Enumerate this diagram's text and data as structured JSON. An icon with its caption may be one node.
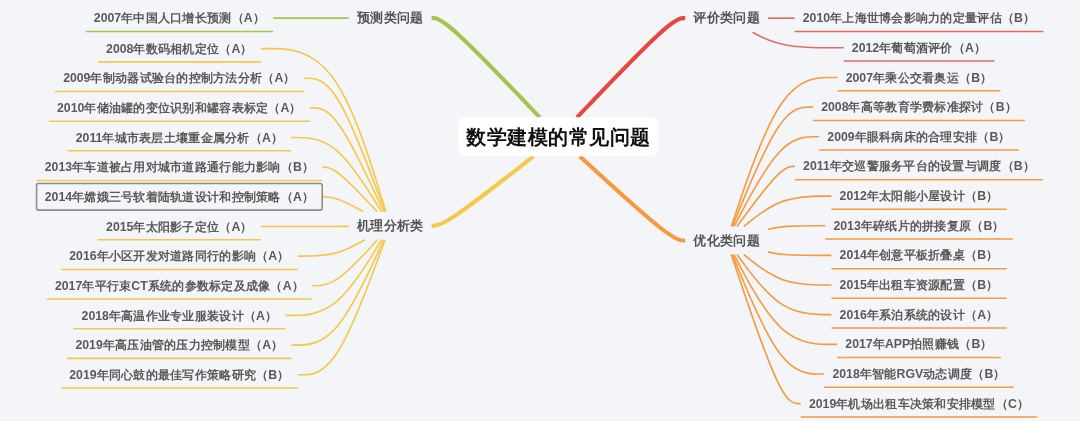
{
  "diagram": {
    "nodes": [
      {
        "text": [
          "数学建模的常见问题"
        ]
      },
      {
        "text": [
          "预测类问题"
        ]
      },
      {
        "text": [
          "2007年中国人口增长预测（A）"
        ]
      },
      {
        "text": [
          "机理分析类"
        ]
      },
      {
        "text": [
          "2008年数码相机定位（A）"
        ]
      },
      {
        "text": [
          "2009年制动器试验台的控制方法分析（A）"
        ]
      },
      {
        "text": [
          "2010年储油罐的变位识别和罐容表标定（A）"
        ]
      },
      {
        "text": [
          "2011年城市表层土壤重金属分析（A）"
        ]
      },
      {
        "text": [
          "2013年车道被占用对城市道路通行能力影响（B）"
        ]
      },
      {
        "text": [
          "2014年嫦娥三号软着陆轨道设计和控制策略（A）"
        ]
      },
      {
        "text": [
          "2015年太阳影子定位（A）"
        ]
      },
      {
        "text": [
          "2016年小区开发对道路同行的影响（A）"
        ]
      },
      {
        "text": [
          "2017年平行束CT系统的参数标定及成像（A）"
        ]
      },
      {
        "text": [
          "2018年高温作业专业服装设计（A）"
        ]
      },
      {
        "text": [
          "2019年高压油管的压力控制模型（A）"
        ]
      },
      {
        "text": [
          "2019年同心鼓的最佳写作策略研究（B）"
        ]
      },
      {
        "text": [
          "评价类问题"
        ]
      },
      {
        "text": [
          "2010年上海世博会影响力的定量评估（B）"
        ]
      },
      {
        "text": [
          "2012年葡萄酒评价（A）"
        ]
      },
      {
        "text": [
          "优化类问题"
        ]
      },
      {
        "text": [
          "2007年乘公交看奥运（B）"
        ]
      },
      {
        "text": [
          "2008年高等教育学费标准探讨（B）"
        ]
      },
      {
        "text": [
          "2009年眼科病床的合理安排（B）"
        ]
      },
      {
        "text": [
          "2011年交巡警服务平台的设置与调度（B）"
        ]
      },
      {
        "text": [
          "2012年太阳能小屋设计（B）"
        ]
      },
      {
        "text": [
          "2013年碎纸片的拼接复原（B）"
        ]
      },
      {
        "text": [
          "2014年创意平板折叠桌（B）"
        ]
      },
      {
        "text": [
          "2015年出租车资源配置（B）"
        ]
      },
      {
        "text": [
          "2016年系泊系统的设计（A）"
        ]
      },
      {
        "text": [
          "2017年APP拍照赚钱（B）"
        ]
      },
      {
        "text": [
          "2018年智能RGV动态调度（B）"
        ]
      },
      {
        "text": [
          "2019年机场出租车决策和安排模型（C）"
        ]
      }
    ],
    "edges": [
      {
        "from": 2,
        "to": 1,
        "arrow": "none",
        "color": "#a3c64f"
      },
      {
        "from": 1,
        "to": 0,
        "arrow": "none",
        "style": "thick",
        "color": "#a3c64f"
      },
      {
        "from": 4,
        "to": 3,
        "arrow": "none",
        "color": "#f5c84a"
      },
      {
        "from": 5,
        "to": 3,
        "arrow": "none",
        "color": "#f5c84a"
      },
      {
        "from": 6,
        "to": 3,
        "arrow": "none",
        "color": "#f5c84a"
      },
      {
        "from": 7,
        "to": 3,
        "arrow": "none",
        "color": "#f5c84a"
      },
      {
        "from": 8,
        "to": 3,
        "arrow": "none",
        "color": "#f5c84a"
      },
      {
        "from": 9,
        "to": 3,
        "arrow": "none",
        "color": "#f5c84a"
      },
      {
        "from": 10,
        "to": 3,
        "arrow": "none",
        "color": "#f5c84a"
      },
      {
        "from": 11,
        "to": 3,
        "arrow": "none",
        "color": "#f5c84a"
      },
      {
        "from": 12,
        "to": 3,
        "arrow": "none",
        "color": "#f5c84a"
      },
      {
        "from": 13,
        "to": 3,
        "arrow": "none",
        "color": "#f5c84a"
      },
      {
        "from": 14,
        "to": 3,
        "arrow": "none",
        "color": "#f5c84a"
      },
      {
        "from": 15,
        "to": 3,
        "arrow": "none",
        "color": "#f5c84a"
      },
      {
        "from": 3,
        "to": 0,
        "arrow": "none",
        "style": "thick",
        "color": "#f5c84a"
      },
      {
        "from": 0,
        "to": 16,
        "arrow": "none",
        "style": "thick",
        "color": "#e8473d"
      },
      {
        "from": 16,
        "to": 17,
        "arrow": "none",
        "color": "#e06a66"
      },
      {
        "from": 16,
        "to": 18,
        "arrow": "none",
        "color": "#e06a66"
      },
      {
        "from": 0,
        "to": 19,
        "arrow": "none",
        "style": "thick",
        "color": "#f59a3e"
      },
      {
        "from": 19,
        "to": 20,
        "arrow": "none",
        "color": "#f59a3e"
      },
      {
        "from": 19,
        "to": 21,
        "arrow": "none",
        "color": "#f59a3e"
      },
      {
        "from": 19,
        "to": 22,
        "arrow": "none",
        "color": "#f59a3e"
      },
      {
        "from": 19,
        "to": 23,
        "arrow": "none",
        "color": "#f59a3e"
      },
      {
        "from": 19,
        "to": 24,
        "arrow": "none",
        "color": "#f59a3e"
      },
      {
        "from": 19,
        "to": 25,
        "arrow": "none",
        "color": "#f59a3e"
      },
      {
        "from": 19,
        "to": 26,
        "arrow": "none",
        "color": "#f59a3e"
      },
      {
        "from": 19,
        "to": 27,
        "arrow": "none",
        "color": "#f59a3e"
      },
      {
        "from": 19,
        "to": 28,
        "arrow": "none",
        "color": "#f59a3e"
      },
      {
        "from": 19,
        "to": 29,
        "arrow": "none",
        "color": "#f59a3e"
      },
      {
        "from": 19,
        "to": 30,
        "arrow": "none",
        "color": "#f59a3e"
      },
      {
        "from": 19,
        "to": 31,
        "arrow": "none",
        "color": "#f59a3e"
      }
    ]
  }
}
